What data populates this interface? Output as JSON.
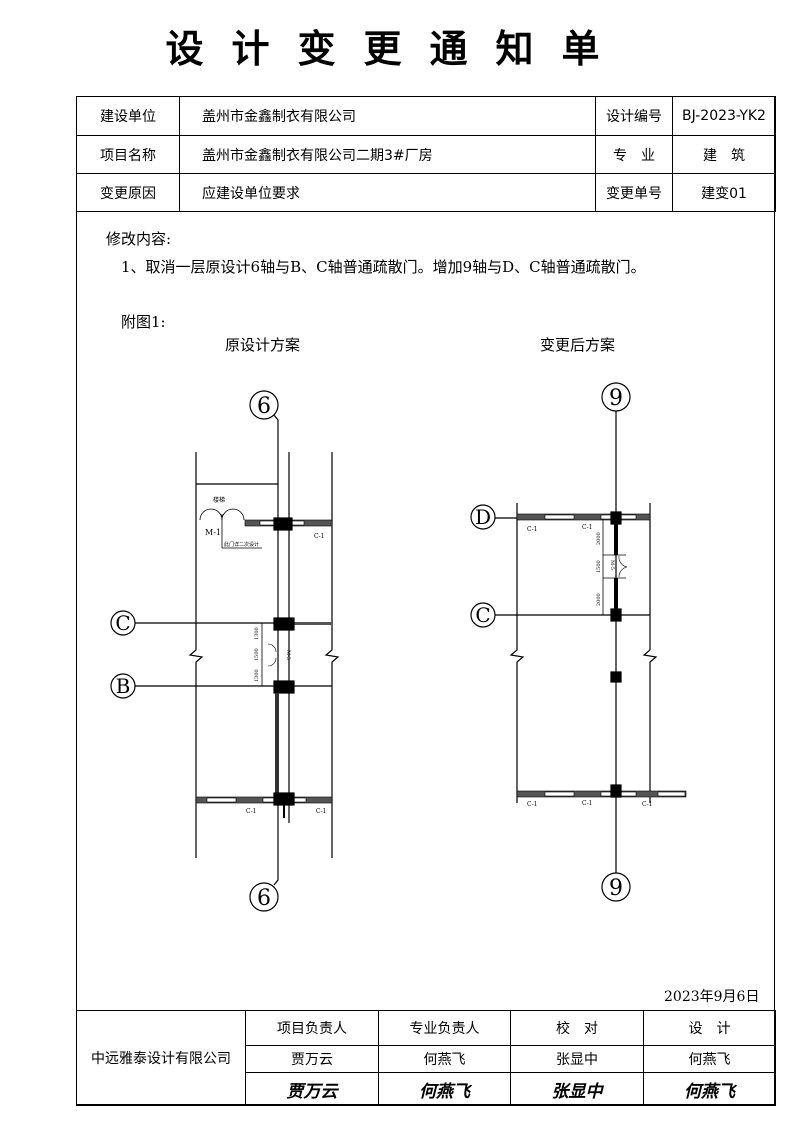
{
  "title": "设计变更通知单",
  "header": {
    "rows": [
      {
        "label": "建设单位",
        "value": "盖州市金鑫制衣有限公司",
        "label2": "设计编号",
        "value2": "BJ-2023-YK2"
      },
      {
        "label": "项目名称",
        "value": "盖州市金鑫制衣有限公司二期3#厂房",
        "label2": "专　业",
        "value2": "建　筑"
      },
      {
        "label": "变更原因",
        "value": "应建设单位要求",
        "label2": "变更单号",
        "value2": "建变01"
      }
    ]
  },
  "content": {
    "heading": "修改内容:",
    "item1": "1、取消一层原设计6轴与B、C轴普通疏散门。增加9轴与D、C轴普通疏散门。",
    "figure_label": "附图1:",
    "left_caption": "原设计方案",
    "right_caption": "变更后方案"
  },
  "drawing_left": {
    "axis_top": "6",
    "axis_bottom": "6",
    "axis_c": "C",
    "axis_b": "B",
    "room": "楼梯",
    "door": "M-1",
    "note": "此门详二次设计",
    "window": "C-1",
    "door2": "M-5",
    "dim1": "1300",
    "dim2": "1500",
    "dim3": "1300"
  },
  "drawing_right": {
    "axis_top": "9",
    "axis_bottom": "9",
    "axis_d": "D",
    "axis_c": "C",
    "window": "C-1",
    "door": "M-5",
    "dim1": "2000",
    "dim2": "1500",
    "dim3": "2000"
  },
  "date": "2023年9月6日",
  "footer": {
    "company": "中远雅泰设计有限公司",
    "roles": [
      "项目负责人",
      "专业负责人",
      "校　对",
      "设　计"
    ],
    "names": [
      "贾万云",
      "何燕飞",
      "张显中",
      "何燕飞"
    ],
    "signatures": [
      "贾万云",
      "何燕飞",
      "张显中",
      "何燕飞"
    ]
  }
}
